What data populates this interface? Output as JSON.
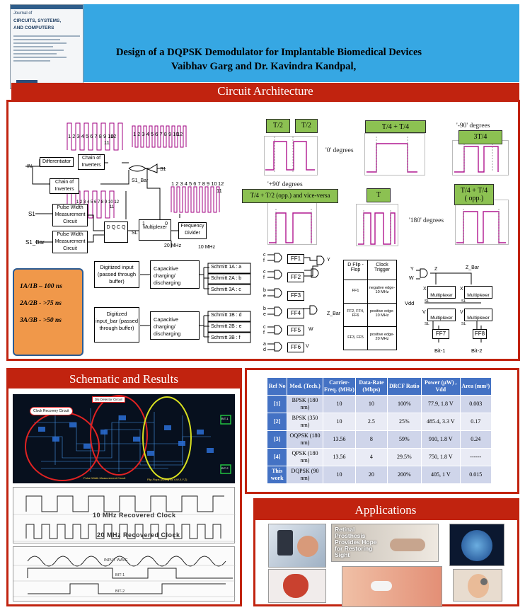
{
  "header": {
    "journal": {
      "small": "Journal of",
      "name_line1": "CIRCUITS, SYSTEMS,",
      "name_line2": "AND COMPUTERS"
    },
    "title": "Design of a DQPSK Demodulator for Implantable Biomedical Devices",
    "authors": "Vaibhav Garg and Dr. Kavindra Kandpal,"
  },
  "sections": {
    "circuit": "Circuit Architecture",
    "schematic": "Schematic and Results",
    "applications": "Applications"
  },
  "waveforms": {
    "t2a": "T/2",
    "t2b": "T/2",
    "t4t4": "T/4 + T/4",
    "minus90": "'-90' degrees",
    "t34": "3T/4",
    "zero": "'0' degrees",
    "plus90": "'+90' degrees",
    "t4t2": "T/4 + T/2 (opp.) and vice-versa",
    "t": "T",
    "t4t4opp_line1": "T/4 + T/4",
    "t4t4opp_line2": "( opp.)",
    "deg180": "'180' degrees"
  },
  "block_diagram": {
    "seq_top": "1 2 3 4 5 6 7 8 9 10",
    "seq_top_b": "11",
    "seq_top_c": "12",
    "seq_mid": "1 2 3 4 5 6 7 8 9 10",
    "seq_mid_c": "12",
    "seq_left": "1 2 3 4 5 6 7 8 9 10 12",
    "seq_left_b": "11",
    "seq_right": "1 2 3 4 5 6 7 8 9 10",
    "seq_right_b": "11",
    "seq_right_c": "12",
    "in": "IN",
    "differentiator": "Differentiator",
    "chain1": "Chain of Inverters",
    "chain2": "Chain of Inverters",
    "s1": "S1",
    "s1_out": "S1",
    "s1_bar_a": "S1_Bar",
    "s1_bar": "S1_Bar",
    "pwm1": "Pulse Width Measurement Circuit",
    "pwm2": "Pulse Width Measurement Circuit",
    "dff": "D Q C Q",
    "sl": "SL",
    "mux": "Multiplexer",
    "mux_1": "1",
    "mux_0": "0",
    "freq_div": "Frequency Divider",
    "mhz20": "20 MHz",
    "mhz10": "10 MHz"
  },
  "notes": {
    "line1": "1A/1B – 100 ns",
    "line2": "2A/2B - >75 ns",
    "line3": "3A/3B - >50 ns"
  },
  "schmitt": {
    "in1": "Digitized input (passed through buffer)",
    "cap1": "Capacitive charging/ discharging",
    "s1a": "Schmitt 1A : a",
    "s2a": "Schmitt 2A : b",
    "s3a": "Schmitt 3A : c",
    "in2": "Digitized input_bar (passed through buffer)",
    "cap2": "Capacitive charging/ discharging",
    "s1b": "Schmitt 1B : d",
    "s2b": "Schmitt 2B : e",
    "s3b": "Schmitt 3B : f"
  },
  "ff_logic": {
    "ff1": "FF1",
    "ff2": "FF2",
    "ff3": "FF3",
    "ff4": "FF4",
    "ff5": "FF5",
    "ff6": "FF6",
    "y": "Y",
    "z_bar": "Z_Bar",
    "w": "W",
    "v": "V"
  },
  "trigger_table": {
    "h1": "D Flip - Flop",
    "h2": "Clock Trigger",
    "r1a": "FF1",
    "r1b": "negative edge- 10 MHz",
    "r2a": "FF2, FF4, FF6",
    "r2b": "positive edge- 10 MHz",
    "r3a": "FF3, FF5",
    "r3b": "positive edge- 20 MHz"
  },
  "mux_diagram": {
    "y": "Y",
    "z": "Z",
    "z_bar": "Z_Bar",
    "w": "W",
    "vdd": "Vdd",
    "x": "X",
    "x2": "X",
    "v": "V",
    "v2": "V",
    "mux": "Multiplexer",
    "sl": "SL",
    "ff7": "FF7",
    "ff8": "FF8",
    "bit1": "Bit-1",
    "bit2": "Bit-2"
  },
  "schematic": {
    "clock_recovery": "Clock Recovery Circuit",
    "dn": "DN Detector Circuit",
    "pw": "Pulse Width Measurement Circuit",
    "ff": "Flip-Flops (Acting as V,W,X,Y,Z)",
    "bit1": "BIT-1",
    "bit2": "BIT-2"
  },
  "results": {
    "clk10": "10 MHz Recovered Clock",
    "clk20": "20 MHz Recovered Clock",
    "input": "INPUT WAVE",
    "bit1": "BIT-1",
    "bit2": "BIT-2"
  },
  "table": {
    "headers": [
      "Ref No",
      "Mod. (Tech.)",
      "Carrier-Freq. (MHz)",
      "Data-Rate (Mbps)",
      "DRCF Ratio",
      "Power (µW) , Vdd",
      "Area (mm²)"
    ],
    "rows": [
      [
        "[1]",
        "BPSK (180 nm)",
        "10",
        "10",
        "100%",
        "77.9, 1.8 V",
        "0.003"
      ],
      [
        "[2]",
        "BPSK (350 nm)",
        "10",
        "2.5",
        "25%",
        "485.4, 3.3 V",
        "0.17"
      ],
      [
        "[3]",
        "OQPSK (180 nm)",
        "13.56",
        "8",
        "59%",
        "910, 1.8 V",
        "0.24"
      ],
      [
        "[4]",
        "QPSK (180 nm)",
        "13.56",
        "4",
        "29.5%",
        "750, 1.8 V",
        "------"
      ],
      [
        "This work",
        "DQPSK (90 nm)",
        "10",
        "20",
        "200%",
        "405, 1 V",
        "0.015"
      ]
    ]
  },
  "applications": {
    "retinal": "Retinal Prosthesis Provides Hope for Restoring Sight"
  },
  "colors": {
    "header": "#36a7e3",
    "banner": "#c1230f",
    "label_green": "#8cc152",
    "note_orange": "#f0984a",
    "table_header": "#4472c4"
  }
}
